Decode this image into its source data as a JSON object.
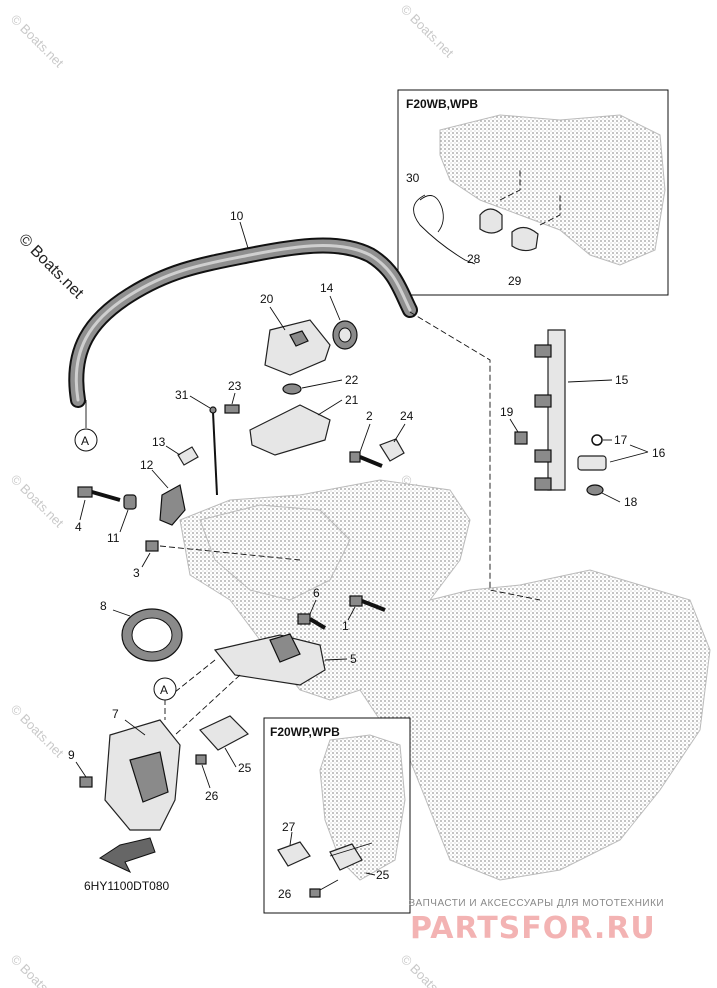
{
  "watermarks": {
    "side": "© Boats.net",
    "repeat": "© Boats.net"
  },
  "boxes": {
    "top_right": {
      "title": "F20WB,WPB"
    },
    "bottom": {
      "title": "F20WP,WPB"
    }
  },
  "callouts": {
    "a_top": "A",
    "a_mid": "A"
  },
  "part_labels": {
    "p1": "1",
    "p2": "2",
    "p3": "3",
    "p4": "4",
    "p5": "5",
    "p6": "6",
    "p7": "7",
    "p8": "8",
    "p9": "9",
    "p10": "10",
    "p11": "11",
    "p12": "12",
    "p13": "13",
    "p14": "14",
    "p15": "15",
    "p16": "16",
    "p17": "17",
    "p18": "18",
    "p19": "19",
    "p20": "20",
    "p21": "21",
    "p22": "22",
    "p23": "23",
    "p24": "24",
    "p25": "25",
    "p26": "26",
    "p25b": "25",
    "p26b": "26",
    "p27": "27",
    "p28": "28",
    "p29": "29",
    "p30": "30",
    "p31": "31"
  },
  "diagram_code": "6HY1100DT080",
  "brand": {
    "tagline": "ЗАПЧАСТИ И АКСЕССУАРЫ ДЛЯ МОТОТЕХНИКИ",
    "name": "PARTSFOR.RU"
  },
  "colors": {
    "line": "#111111",
    "part_fill": "#e6e6e6",
    "engine_dots": "#9a9a9a",
    "brand_red": "#f3b3b3"
  }
}
